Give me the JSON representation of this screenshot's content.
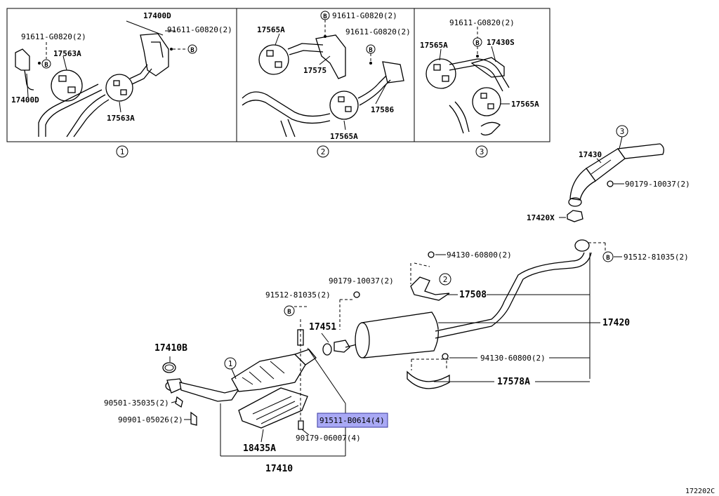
{
  "views": [
    {
      "number": "1",
      "labels": {
        "a": "17400D",
        "b": "91611-G0820(2)",
        "c": "91611-G0820(2)",
        "d": "17563A",
        "e": "17400D",
        "f": "17563A"
      }
    },
    {
      "number": "2",
      "labels": {
        "a": "17565A",
        "b": "91611-G0820(2)",
        "c": "91611-G0820(2)",
        "d": "17575",
        "e": "17586",
        "f": "17565A"
      }
    },
    {
      "number": "3",
      "labels": {
        "a": "91611-G0820(2)",
        "b": "17565A",
        "c": "17430S",
        "d": "17565A"
      }
    }
  ],
  "bolt_symbol": "B",
  "parts": {
    "p17430": "17430",
    "p90179_10037_a": "90179-10037(2)",
    "p17420x": "17420X",
    "p91512_81035_a": "91512-81035(2)",
    "p94130_60800_a": "94130-60800(2)",
    "p90179_10037_b": "90179-10037(2)",
    "p91512_81035_b": "91512-81035(2)",
    "p17508": "17508",
    "p17451": "17451",
    "p17420": "17420",
    "p17410b": "17410B",
    "p94130_60800_b": "94130-60800(2)",
    "p17578a": "17578A",
    "p90501": "90501-35035(2)",
    "p90901": "90901-05026(2)",
    "p91511": "91511-B0614(4)",
    "p90179_06007": "90179-06007(4)",
    "p18435a": "18435A",
    "p17410": "17410"
  },
  "callouts": {
    "main_1": "1",
    "main_2": "2",
    "main_3": "3"
  },
  "diagram_code": "172202C",
  "highlight_color": "#a9a9f5"
}
